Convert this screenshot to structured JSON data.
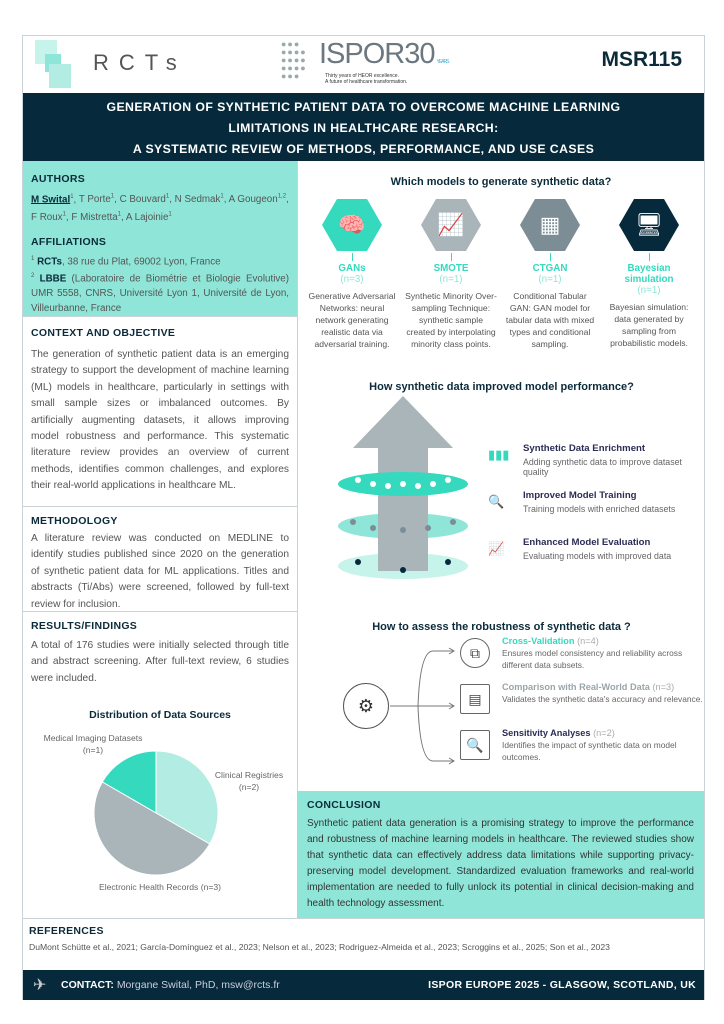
{
  "header": {
    "logo_left": "RCTs",
    "logo_center": "ISPOR30",
    "logo_center_years": "YEARS",
    "isopr_tagline_1": "Thirty years of HEOR excellence.",
    "isopr_tagline_2": "A future of healthcare transformation.",
    "poster_id": "MSR115"
  },
  "title": {
    "line1": "GENERATION OF SYNTHETIC PATIENT DATA TO OVERCOME MACHINE LEARNING",
    "line2": "LIMITATIONS IN HEALTHCARE RESEARCH:",
    "line3": "A SYSTEMATIC REVIEW OF METHODS, PERFORMANCE, AND USE CASES"
  },
  "authors": {
    "heading": "AUTHORS",
    "lead": "M Swital",
    "lead_sup": "1",
    "rest": [
      {
        "name": "T Porte",
        "sup": "1"
      },
      {
        "name": "C Bouvard",
        "sup": "1"
      },
      {
        "name": "N Sedmak",
        "sup": "1"
      },
      {
        "name": "A Gougeon",
        "sup": "1,2"
      },
      {
        "name": "F Roux",
        "sup": "1"
      },
      {
        "name": "F Mistretta",
        "sup": "1"
      },
      {
        "name": "A Lajoinie",
        "sup": "1"
      }
    ]
  },
  "affiliations": {
    "heading": "AFFILIATIONS",
    "a1_sup": "1",
    "a1_name": "RCTs",
    "a1_text": ", 38 rue du Plat, 69002 Lyon, France",
    "a2_sup": "2",
    "a2_name": "LBBE",
    "a2_text": " (Laboratoire de Biométrie et Biologie Evolutive) UMR 5558, CNRS, Université Lyon 1, Université de Lyon, Villeurbanne, France"
  },
  "context": {
    "heading": "CONTEXT AND OBJECTIVE",
    "text": "The generation of synthetic patient data is an emerging strategy to support the development of machine learning (ML) models in healthcare, particularly in settings with small sample sizes or imbalanced outcomes. By artificially augmenting datasets, it allows improving model robustness and performance. This systematic literature review provides an overview of current methods, identifies common challenges, and explores their real-world applications in healthcare ML."
  },
  "methodology": {
    "heading": "METHODOLOGY",
    "text": "A literature review was conducted on MEDLINE to identify studies published since 2020 on the generation of synthetic patient data for ML applications. Titles and abstracts (Ti/Abs) were screened, followed by full-text review for inclusion."
  },
  "results": {
    "heading": "RESULTS/FINDINGS",
    "text": "A total of 176 studies were initially selected through title and abstract screening. After full-text review, 6 studies were included."
  },
  "chart_data": {
    "type": "pie",
    "title": "Distribution of Data Sources",
    "categories": [
      "Medical Imaging Datasets",
      "Clinical Registries",
      "Electronic Health Records"
    ],
    "values": [
      1,
      2,
      3
    ],
    "labels": [
      "(n=1)",
      "(n=2)",
      "(n=3)"
    ],
    "colors": [
      "#34d9be",
      "#b3ece2",
      "#aab5ba"
    ]
  },
  "models": {
    "question": "Which models to generate synthetic data?",
    "items": [
      {
        "name": "GANs",
        "n": "(n=3)",
        "desc": "Generative Adversarial Networks: neural network generating realistic data via adversarial training.",
        "color": "#34d9be",
        "icon": "brain-icon"
      },
      {
        "name": "SMOTE",
        "n": "(n=1)",
        "desc": "Synthetic Minority Over-sampling Technique: synthetic sample created by interpolating minority class points.",
        "color": "#aab5ba",
        "icon": "growth-chart-icon"
      },
      {
        "name": "CTGAN",
        "n": "(n=1)",
        "desc": "Conditional Tabular GAN: GAN model for tabular data with mixed types and conditional sampling.",
        "color": "#7c8d95",
        "icon": "table-icon"
      },
      {
        "name": "Bayesian simulation",
        "n": "(n=1)",
        "desc": "Bayesian simulation: data generated by sampling from probabilistic models.",
        "color": "#062a3b",
        "icon": "computer-icon"
      }
    ]
  },
  "performance": {
    "question": "How synthetic data improved model performance?",
    "items": [
      {
        "title": "Synthetic Data Enrichment",
        "desc": "Adding synthetic data to improve dataset quality"
      },
      {
        "title": "Improved Model Training",
        "desc": "Training models with enriched datasets"
      },
      {
        "title": "Enhanced Model Evaluation",
        "desc": "Evaluating models with improved data"
      }
    ]
  },
  "robustness": {
    "question": "How to assess the robustness of synthetic data ?",
    "items": [
      {
        "title": "Cross-Validation",
        "n": "(n=4)",
        "desc": "Ensures model consistency and reliability across different data subsets.",
        "color": "#34d9be"
      },
      {
        "title": "Comparison with Real-World Data",
        "n": "(n=3)",
        "desc": "Validates the synthetic data's accuracy and relevance.",
        "color": "#9aa5aa"
      },
      {
        "title": "Sensitivity Analyses",
        "n": "(n=2)",
        "desc": "Identifies the impact of synthetic data on model outcomes.",
        "color": "#2b2d55"
      }
    ]
  },
  "conclusion": {
    "heading": "CONCLUSION",
    "text": "Synthetic patient data generation is a promising strategy to improve the performance and robustness of machine learning models in healthcare. The reviewed studies show that synthetic data can effectively address data limitations while supporting privacy-preserving model development. Standardized evaluation frameworks and real-world implementation are needed to fully unlock its potential in clinical decision-making and health technology assessment."
  },
  "references": {
    "heading": "REFERENCES",
    "text": "DuMont Schütte et al., 2021; García-Domínguez et al., 2023; Nelson et al., 2023; Rodriguez-Almeida et al., 2023; Scroggins et al., 2025; Son et al., 2023"
  },
  "footer": {
    "contact_label": "CONTACT:",
    "contact_text": "Morgane Swital, PhD, msw@rcts.fr",
    "event": "ISPOR EUROPE 2025 - GLASGOW, SCOTLAND, UK"
  }
}
